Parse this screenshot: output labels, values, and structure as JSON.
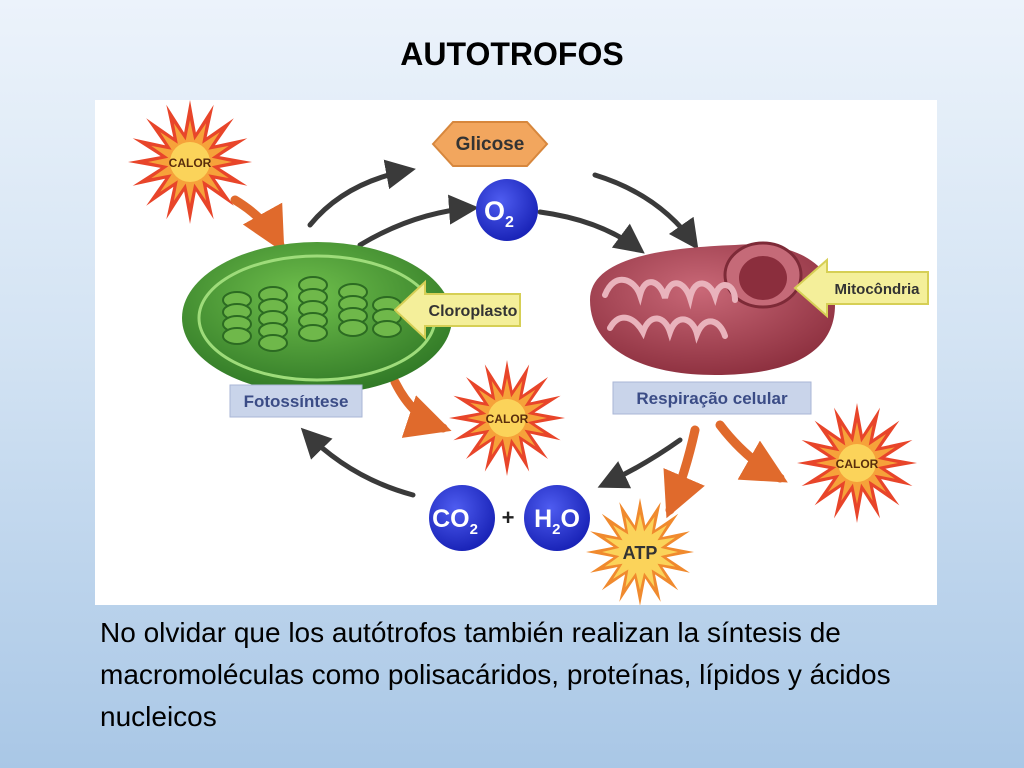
{
  "slide": {
    "title": "AUTOTROFOS",
    "caption": "No olvidar que los autótrofos también realizan la síntesis de macromoléculas como polisacáridos, proteínas, lípidos y ácidos nucleicos"
  },
  "diagram": {
    "glucose": "Glicose",
    "oxygen": "O",
    "oxygen_sub": "2",
    "co2": "CO",
    "co2_sub": "2",
    "plus": "+",
    "water_h": "H",
    "water_sub": "2",
    "water_o": "O",
    "atp": "ATP",
    "heat": "CALOR",
    "chloroplast_label": "Cloroplasto",
    "mitochondria_label": "Mitocôndria",
    "photosynthesis_label": "Fotossíntese",
    "respiration_label": "Respiração celular"
  },
  "colors": {
    "chloroplast": "#3f8f2f",
    "mitochondria": "#9b3a4a",
    "molecule_blue": "#2233d8",
    "glucose_orange": "#f2a65e",
    "heat_red": "#e8452a",
    "label_box": "#c9d4ea",
    "label_text": "#3b4c86",
    "pointer_yellow": "#f4ef9a"
  }
}
